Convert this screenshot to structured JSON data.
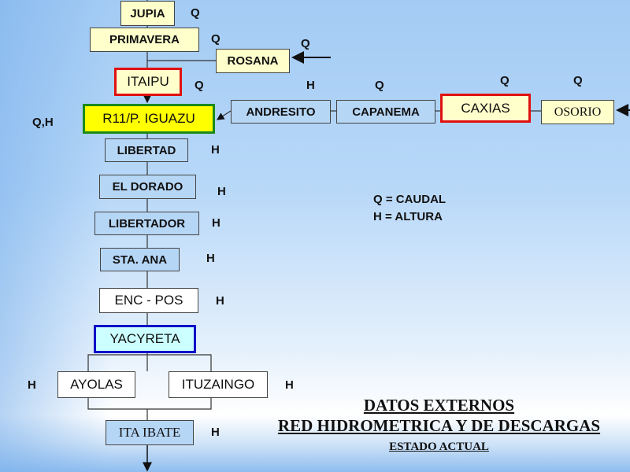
{
  "stations": {
    "jupia": "JUPIA",
    "primavera": "PRIMAVERA",
    "rosana": "ROSANA",
    "itaipu": "ITAIPU",
    "iguazu": "R11/P. IGUAZU",
    "andresito": "ANDRESITO",
    "capanema": "CAPANEMA",
    "caxias": "CAXIAS",
    "osorio": "OSORIO",
    "libertad": "LIBERTAD",
    "eldorado": "EL DORADO",
    "libertador": "LIBERTADOR",
    "staana": "STA. ANA",
    "encpos": "ENC -  POS",
    "yacyreta": "YACYRETA",
    "ayolas": "AYOLAS",
    "ituzaingo": "ITUZAINGO",
    "itaibate": "ITA IBATE"
  },
  "measures": {
    "jupia": "Q",
    "primavera": "Q",
    "rosana": "Q",
    "itaipu": "Q",
    "iguazu": "Q,H",
    "andresito": "H",
    "capanema": "Q",
    "caxias": "Q",
    "osorio": "Q",
    "libertad": "H",
    "eldorado": "H",
    "libertador": "H",
    "staana": "H",
    "encpos": "H",
    "ayolas": "H",
    "ituzaingo": "H",
    "itaibate": "H"
  },
  "legend": {
    "q": "Q = CAUDAL",
    "h": "H = ALTURA"
  },
  "title": {
    "line1": "DATOS EXTERNOS",
    "line2": "RED HIDROMETRICA Y DE DESCARGAS",
    "line3": "ESTADO ACTUAL"
  }
}
